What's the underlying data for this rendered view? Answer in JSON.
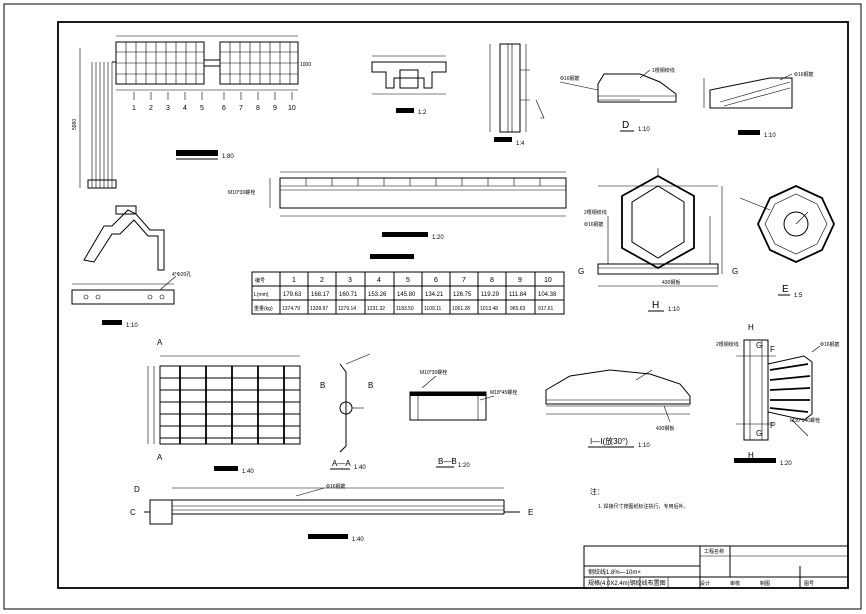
{
  "views": {
    "plan": {
      "scale": "1:80",
      "bottom_numbers": [
        "1",
        "2",
        "3",
        "4",
        "5",
        "6",
        "7",
        "8",
        "9",
        "10"
      ]
    },
    "detail_1": {
      "scale": "1:2"
    },
    "detail_2": {
      "scale": "1:4"
    },
    "view_d": {
      "title": "D",
      "scale": "1:10",
      "callout_a": "1根钢绞线",
      "callout_b": "Φ16钢筋"
    },
    "view_right": {
      "scale": "1:10",
      "callout": "Φ16钢筋"
    },
    "elevation": {
      "scale": "1:20",
      "left_label": "M10*30螺栓"
    },
    "side_view": {
      "scale": "1:10",
      "callout": "4*Φ20孔"
    },
    "view_h": {
      "title": "H",
      "scale": "1:10",
      "callout_a": "2根钢绞线",
      "callout_b": "Φ16钢筋",
      "callout_c": "430钢板",
      "mark_g": "G"
    },
    "view_e": {
      "title": "E",
      "scale": "1:5"
    },
    "plate_plan": {
      "scale": "1:40",
      "mark_a": "A"
    },
    "section_aa": {
      "title": "A—A",
      "scale": "1:40",
      "mark_b": "B"
    },
    "section_bb": {
      "title": "B—B",
      "scale": "1:20",
      "callout_a": "M10*30螺栓",
      "callout_b": "M18*45螺栓"
    },
    "view_i": {
      "title": "I—I(放30°)",
      "scale": "1:10",
      "callout": "430钢板"
    },
    "anchor_detail": {
      "scale": "1:20",
      "mark_h": "H",
      "mark_g": "G",
      "mark_f": "F",
      "callout_a": "2根钢绞线",
      "callout_b": "Φ16钢筋",
      "callout_c": "M30*140螺栓"
    },
    "long_view": {
      "scale": "1:40",
      "mark_c": "C",
      "mark_d": "D",
      "mark_e": "E",
      "callout": "Φ16钢筋"
    }
  },
  "table": {
    "header": [
      "编号",
      "1",
      "2",
      "3",
      "4",
      "5",
      "6",
      "7",
      "8",
      "9",
      "10"
    ],
    "rows": [
      [
        "L(mm)",
        "179.63",
        "168.17",
        "160.71",
        "153.26",
        "145.80",
        "134.21",
        "126.75",
        "119.29",
        "111.84",
        "104.38"
      ],
      [
        "重量(kg)",
        "1374.79",
        "1328.97",
        "1279.14",
        "1231.32",
        "1183.50",
        "1109.11",
        "1061.28",
        "1013.48",
        "965.63",
        "917.61"
      ]
    ]
  },
  "notes": {
    "heading": "注：",
    "line_1": "1. 焊接尺寸按图纸标注执行，专用后补。"
  },
  "title_block": {
    "project": "工程名称",
    "drawing_name": "钢绞线1.8%—10m×",
    "drawing_sub": "规格(4.0X2.4m)钢绞线布置图",
    "design": "设计",
    "check": "审核",
    "drawn": "制图",
    "drawing_no": "图号"
  }
}
